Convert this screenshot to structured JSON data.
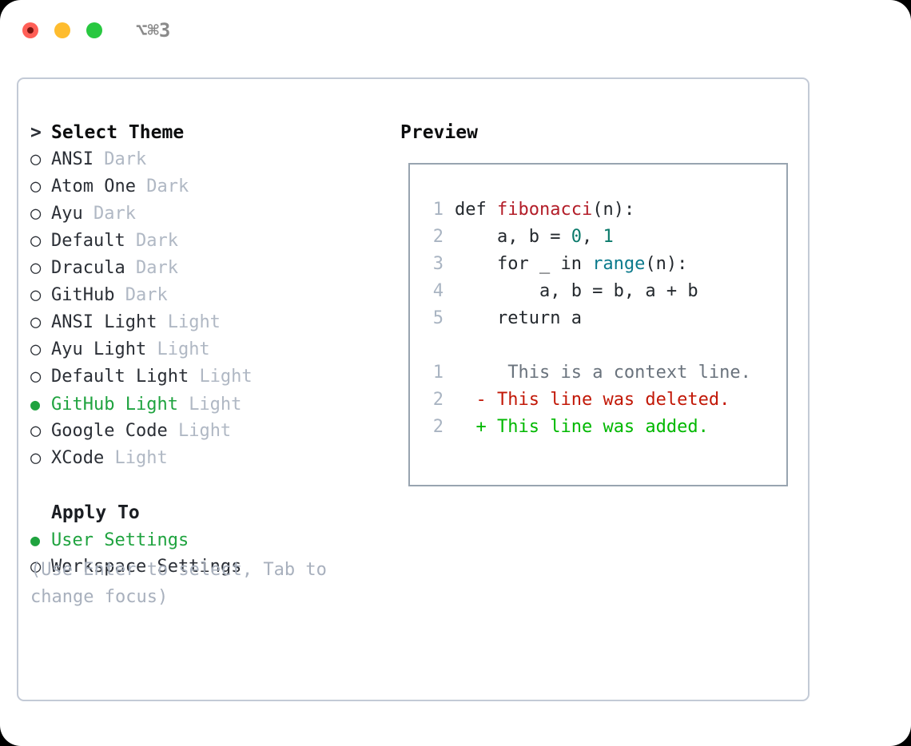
{
  "titlebar": {
    "shortcut": "⌥⌘3",
    "buttons": [
      {
        "name": "close",
        "color": "#ff5f57"
      },
      {
        "name": "minimize",
        "color": "#febc2e"
      },
      {
        "name": "maximize",
        "color": "#28c840"
      }
    ]
  },
  "theme_list": {
    "heading_marker": ">",
    "heading": "Select Theme",
    "items": [
      {
        "marker": "○",
        "name": "ANSI",
        "variant": "Dark",
        "selected": false
      },
      {
        "marker": "○",
        "name": "Atom One",
        "variant": "Dark",
        "selected": false
      },
      {
        "marker": "○",
        "name": "Ayu",
        "variant": "Dark",
        "selected": false
      },
      {
        "marker": "○",
        "name": "Default",
        "variant": "Dark",
        "selected": false
      },
      {
        "marker": "○",
        "name": "Dracula",
        "variant": "Dark",
        "selected": false
      },
      {
        "marker": "○",
        "name": "GitHub",
        "variant": "Dark",
        "selected": false
      },
      {
        "marker": "○",
        "name": "ANSI Light",
        "variant": "Light",
        "selected": false
      },
      {
        "marker": "○",
        "name": "Ayu Light",
        "variant": "Light",
        "selected": false
      },
      {
        "marker": "○",
        "name": "Default Light",
        "variant": "Light",
        "selected": false
      },
      {
        "marker": "●",
        "name": "GitHub Light",
        "variant": "Light",
        "selected": true
      },
      {
        "marker": "○",
        "name": "Google Code",
        "variant": "Light",
        "selected": false
      },
      {
        "marker": "○",
        "name": "XCode",
        "variant": "Light",
        "selected": false
      }
    ]
  },
  "apply_to": {
    "heading": "Apply To",
    "options": [
      {
        "marker": "●",
        "label": "User Settings",
        "selected": true
      },
      {
        "marker": "○",
        "label": "Workspace Settings",
        "selected": false
      }
    ]
  },
  "hint": "(Use Enter to select, Tab to\nchange focus)",
  "preview": {
    "title": "Preview",
    "code_lines": [
      {
        "no": "1",
        "segments": [
          {
            "text": "def ",
            "type": "plain"
          },
          {
            "text": "fibonacci",
            "type": "function"
          },
          {
            "text": "(n):",
            "type": "plain"
          }
        ]
      },
      {
        "no": "2",
        "segments": [
          {
            "text": "    a, b = ",
            "type": "plain"
          },
          {
            "text": "0",
            "type": "number"
          },
          {
            "text": ", ",
            "type": "plain"
          },
          {
            "text": "1",
            "type": "number"
          }
        ]
      },
      {
        "no": "3",
        "segments": [
          {
            "text": "    for _ in ",
            "type": "plain"
          },
          {
            "text": "range",
            "type": "builtin"
          },
          {
            "text": "(n):",
            "type": "plain"
          }
        ]
      },
      {
        "no": "4",
        "segments": [
          {
            "text": "        a, b = b, a + b",
            "type": "plain"
          }
        ]
      },
      {
        "no": "5",
        "segments": [
          {
            "text": "    return a",
            "type": "plain"
          }
        ]
      }
    ],
    "diff_lines": [
      {
        "no": "1",
        "sign": " ",
        "text": "  This is a context line.",
        "type": "context"
      },
      {
        "no": "2",
        "sign": "-",
        "text": " This line was deleted.",
        "type": "deleted"
      },
      {
        "no": "2",
        "sign": "+",
        "text": " This line was added.",
        "type": "added"
      }
    ]
  },
  "colors": {
    "accent_green": "#1fa33f",
    "variant_gray": "#b0b8c4",
    "hint_gray": "#a8b0bd",
    "diff_added": "#00b800",
    "diff_deleted": "#c21807",
    "syntax_function": "#b31d28",
    "syntax_builtin": "#0b7a8c",
    "syntax_number": "#0b7a6b"
  }
}
